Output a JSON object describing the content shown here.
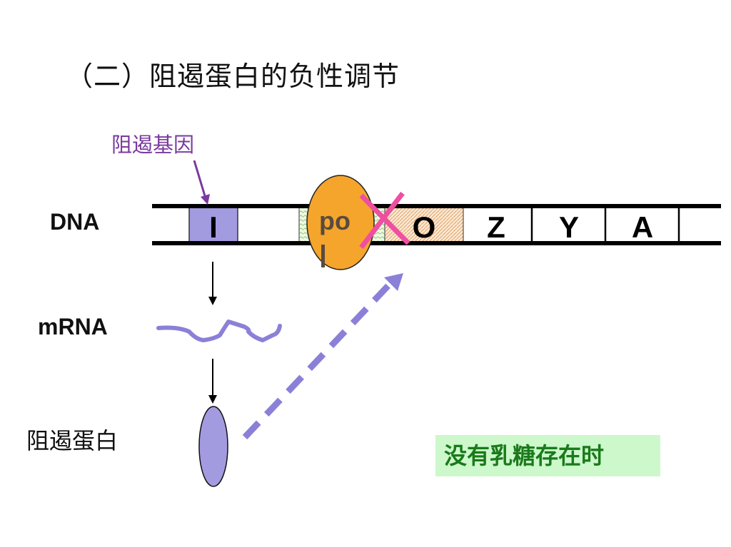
{
  "title": "（二）阻遏蛋白的负性调节",
  "repressor_gene_label": "阻遏基因",
  "row_labels": {
    "dna": "DNA",
    "mrna": "mRNA",
    "protein": "阻遏蛋白"
  },
  "dna_segments": {
    "i_gene": "I",
    "polymerase_line1": "po",
    "polymerase_line2": "l",
    "operator": "O",
    "structural_genes": [
      "Z",
      "Y",
      "A"
    ]
  },
  "condition_note": "没有乳糖存在时",
  "colors": {
    "repressor_purple": "#a39be0",
    "gene_label_purple": "#7a3a9e",
    "polymerase_orange": "#f5a52c",
    "block_x_pink": "#ee4fa0",
    "note_background": "#ccf8cc",
    "note_text": "#1a7a1a",
    "operator_fill": "#f7dcbf",
    "promoter_fill": "#dff2cf"
  }
}
